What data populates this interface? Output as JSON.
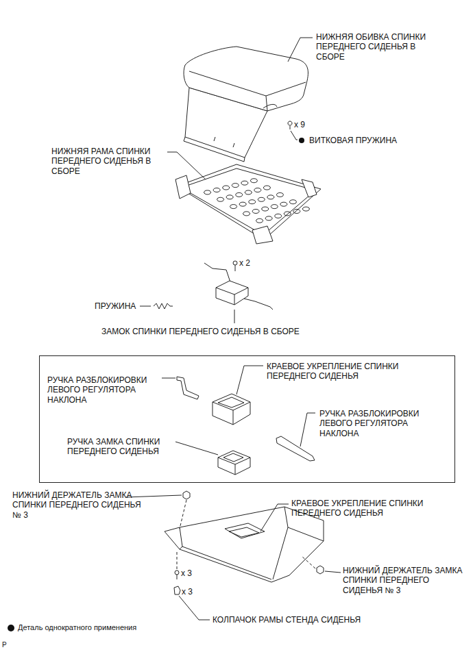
{
  "diagram": {
    "nodes": [
      {
        "text": [
          "РУЧКА РАЗБЛОКИРОВКИ ЛЕВОГО РЕГУЛЯТОРА НАКЛОНА",
          "КРАЕВОЕ УКРЕПЛЕНИЕ СПИНКИ ПЕРЕДНЕГО СИДЕНЬЯ",
          "РУЧКА ЗАМКА СПИНКИ ПЕРЕДНЕГО СИДЕНЬЯ",
          "РУЧКА РАЗБЛОКИРОВКИ ЛЕВОГО РЕГУЛЯТОРА НАКЛОНА"
        ]
      }
    ],
    "labels": [
      "НИЖНЯЯ ОБИВКА СПИНКИ ПЕРЕДНЕГО СИДЕНЬЯ В СБОРЕ",
      "x 9",
      "ВИТКОВАЯ ПРУЖИНА",
      "НИЖНЯЯ РАМА СПИНКИ ПЕРЕДНЕГО СИДЕНЬЯ В СБОРЕ",
      "x 2",
      "ПРУЖИНА",
      "ЗАМОК СПИНКИ ПЕРЕДНЕГО СИДЕНЬЯ В СБОРЕ",
      "НИЖНИЙ ДЕРЖАТЕЛЬ ЗАМКА СПИНКИ ПЕРЕДНЕГО СИДЕНЬЯ № 3",
      "КРАЕВОЕ УКРЕПЛЕНИЕ СПИНКИ ПЕРЕДНЕГО СИДЕНЬЯ",
      "x 3",
      "x 3",
      "НИЖНИЙ ДЕРЖАТЕЛЬ ЗАМКА СПИНКИ ПЕРЕДНЕГО СИДЕНЬЯ № 3",
      "КОЛПАЧОК РАМЫ СТЕНДА СИДЕНЬЯ",
      "P"
    ],
    "legend": [
      {
        "text": "Деталь однократного применения"
      }
    ]
  }
}
